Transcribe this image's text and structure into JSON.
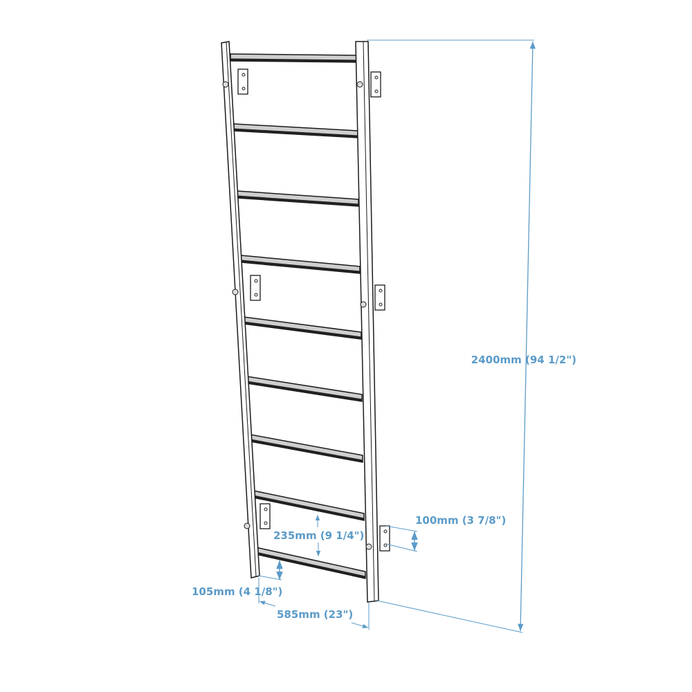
{
  "colors": {
    "dimension": "#5b9bc8",
    "outline": "#1a1a1a"
  },
  "dimensions": {
    "height": "2400mm (94 1/2\")",
    "bracket_spacing": "100mm (3 7/8\")",
    "rung_spacing": "235mm (9 1/4\")",
    "bottom_offset": "105mm (4 1/8\")",
    "width": "585mm (23\")"
  }
}
